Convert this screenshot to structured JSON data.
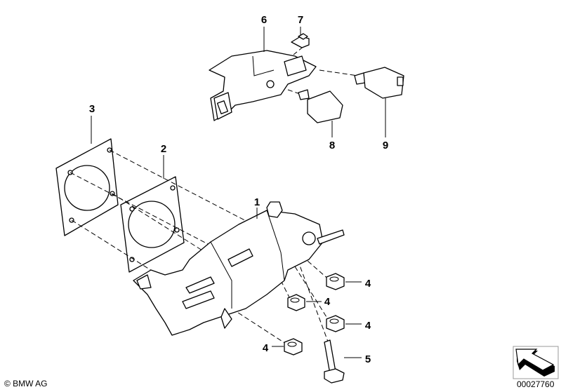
{
  "diagram": {
    "part_labels": {
      "p1": "1",
      "p2": "2",
      "p3": "3",
      "p4a": "4",
      "p4b": "4",
      "p4c": "4",
      "p4d": "4",
      "p5": "5",
      "p6": "6",
      "p7": "7",
      "p8": "8",
      "p9": "9"
    },
    "copyright": "© BMW AG",
    "image_number": "00027760"
  }
}
